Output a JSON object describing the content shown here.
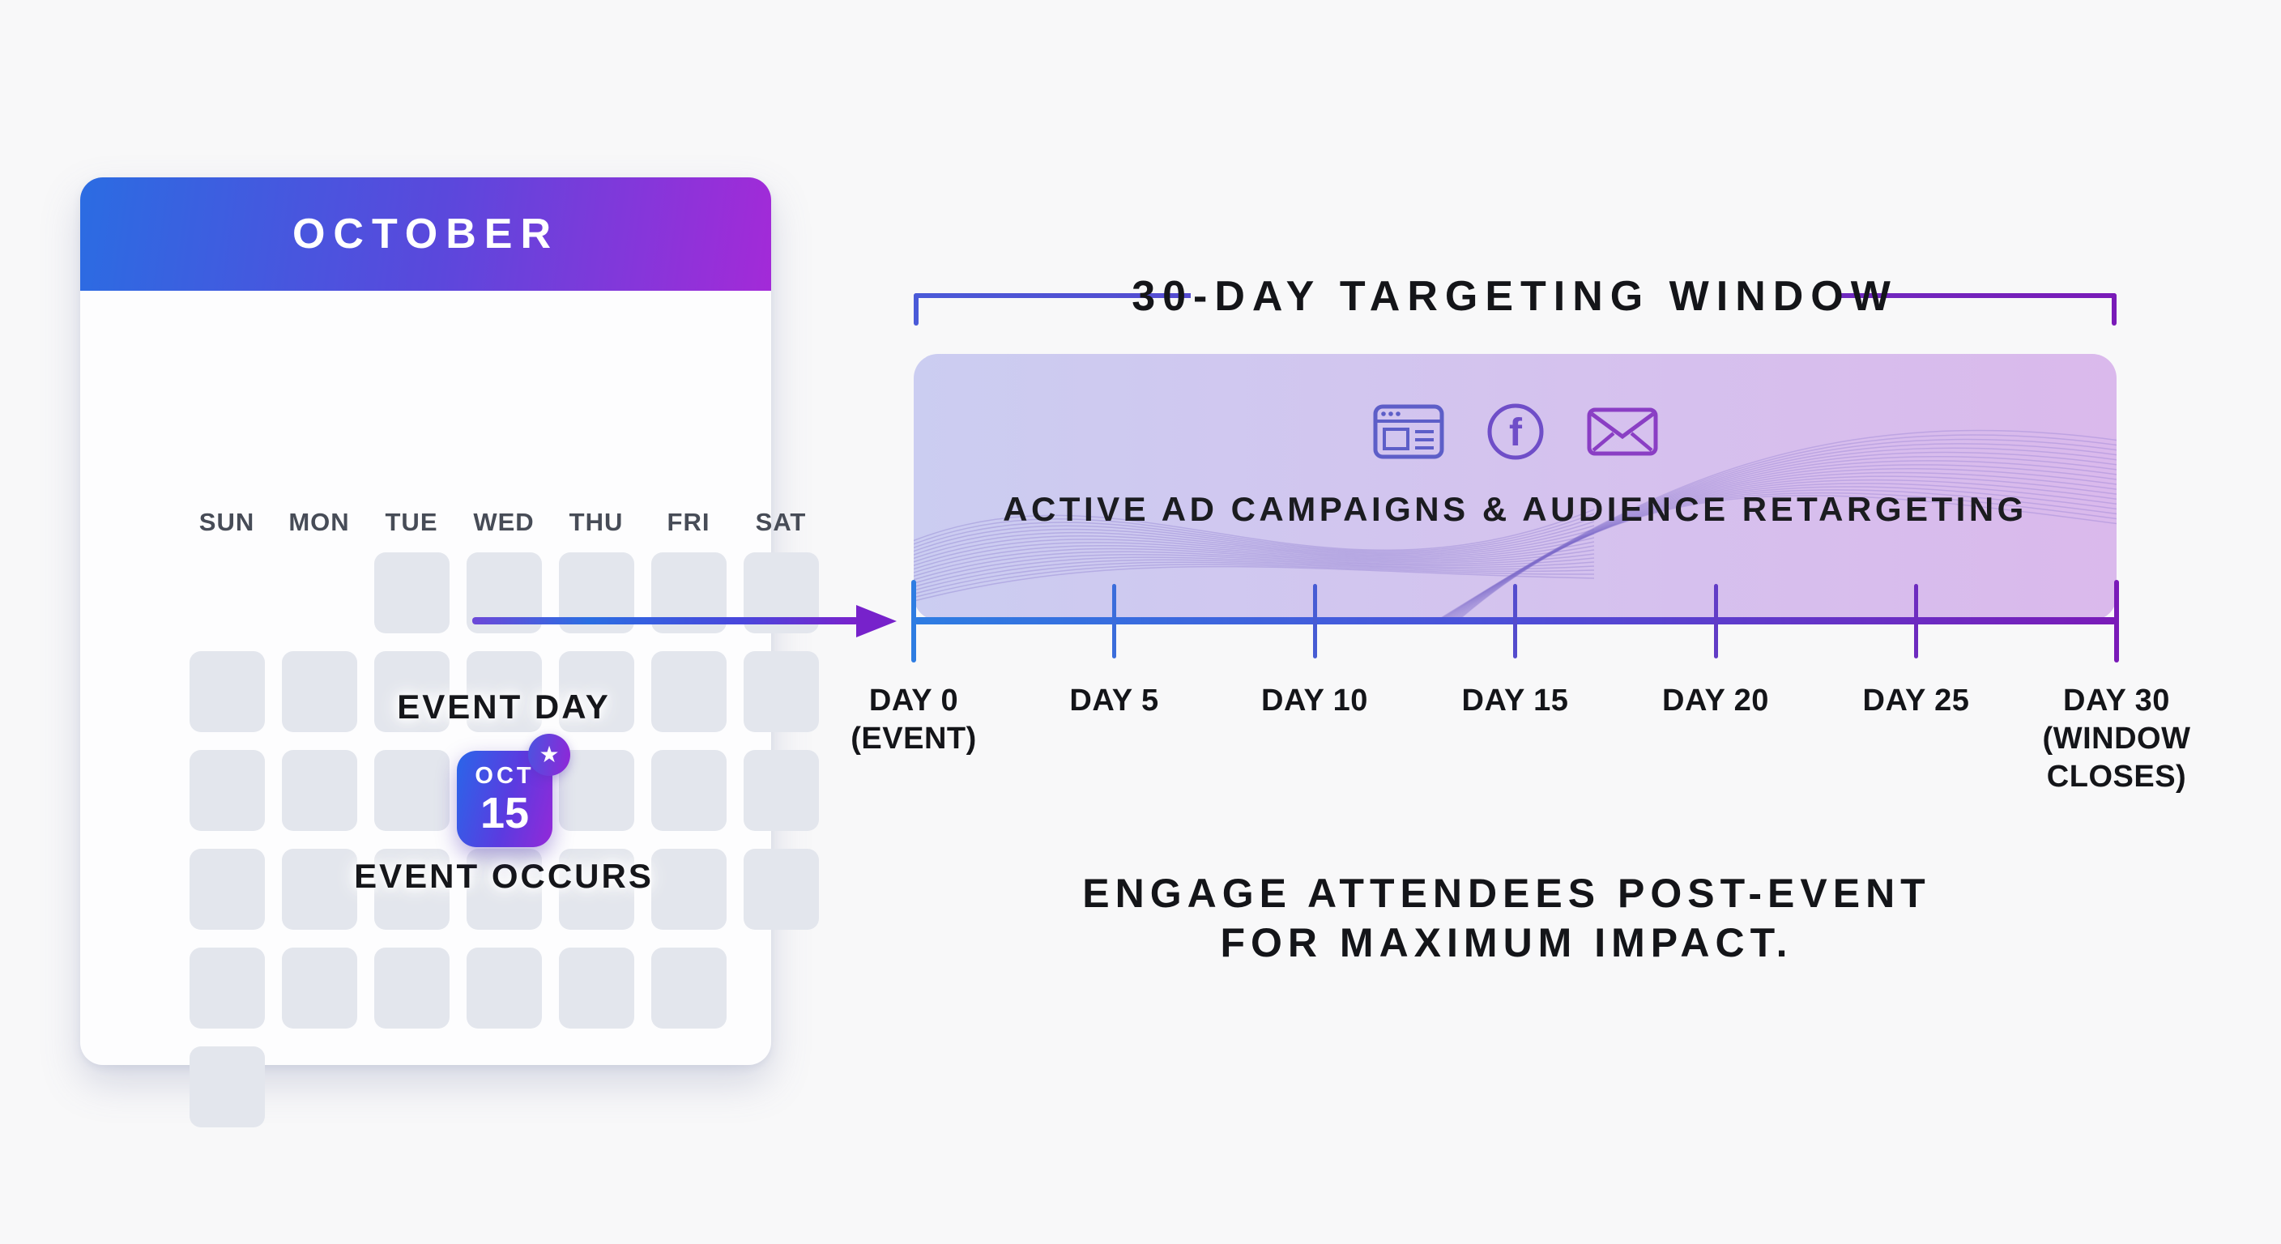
{
  "calendar": {
    "title": "OCTOBER",
    "day_names": [
      "SUN",
      "MON",
      "TUE",
      "WED",
      "THU",
      "FRI",
      "SAT"
    ],
    "label_above_badge": "EVENT DAY",
    "label_below_badge": "EVENT OCCURS",
    "badge": {
      "month": "OCT",
      "day": "15",
      "star_glyph": "★"
    },
    "grid_rows": [
      [
        0,
        0,
        1,
        1,
        1,
        1,
        1
      ],
      [
        1,
        1,
        1,
        1,
        1,
        1,
        1
      ],
      [
        1,
        1,
        1,
        "badge",
        1,
        1,
        1
      ],
      [
        1,
        1,
        1,
        1,
        1,
        1,
        1
      ],
      [
        1,
        1,
        1,
        1,
        1,
        1,
        0
      ],
      [
        1,
        0,
        0,
        0,
        0,
        0,
        0
      ]
    ]
  },
  "timeline": {
    "title": "30-DAY TARGETING WINDOW",
    "banner": {
      "icons": [
        "ad-browser-icon",
        "facebook-icon",
        "email-icon"
      ],
      "facebook_glyph": "f",
      "label": "ACTIVE AD CAMPAIGNS & AUDIENCE RETARGETING"
    },
    "ticks": [
      {
        "day": 0,
        "label": "DAY 0",
        "sublabel": "(EVENT)"
      },
      {
        "day": 5,
        "label": "DAY 5",
        "sublabel": ""
      },
      {
        "day": 10,
        "label": "DAY 10",
        "sublabel": ""
      },
      {
        "day": 15,
        "label": "DAY 15",
        "sublabel": ""
      },
      {
        "day": 20,
        "label": "DAY 20",
        "sublabel": ""
      },
      {
        "day": 25,
        "label": "DAY 25",
        "sublabel": ""
      },
      {
        "day": 30,
        "label": "DAY 30",
        "sublabel": "(WINDOW CLOSES)"
      }
    ]
  },
  "footer": {
    "line1": "ENGAGE ATTENDEES POST-EVENT",
    "line2": "FOR MAXIMUM IMPACT."
  },
  "palette": {
    "header_gradient_start": "#2b6ce2",
    "header_gradient_end": "#a32ad8",
    "badge_gradient_start": "#2e62e8",
    "badge_gradient_end": "#9429d8",
    "timeline_gradient_start": "#2e7de2",
    "timeline_gradient_end": "#7a1bb8",
    "banner_gradient_start": "#cbcdf1",
    "banner_gradient_end": "#dab9ec",
    "cell_gray": "#e3e6ed",
    "text_black": "#141519",
    "background": "#f8f8f9"
  }
}
